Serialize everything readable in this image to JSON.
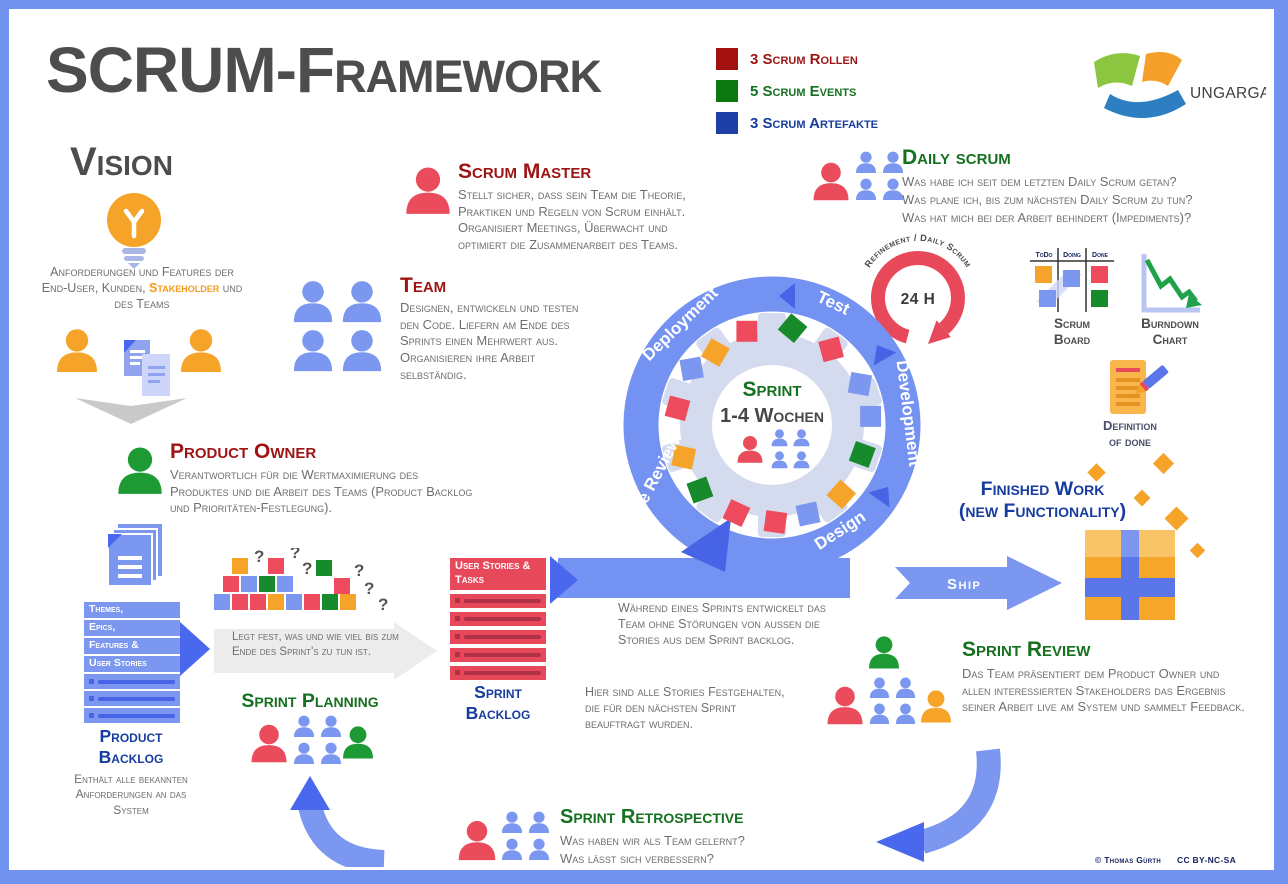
{
  "title": {
    "part1": "SCRUM",
    "part2": "-Framework"
  },
  "legend": {
    "items": [
      {
        "label": "3 Scrum Rollen",
        "color": "#a31010"
      },
      {
        "label": "5 Scrum Events",
        "color": "#0c760f"
      },
      {
        "label": "3 Scrum Artefakte",
        "color": "#1d3fa6"
      }
    ]
  },
  "logo": {
    "name": "UNGARGASSE"
  },
  "vision": {
    "heading": "Vision",
    "desc_before": "Anforderungen und Features der End-User, Kunden, ",
    "desc_highlight": "Stakeholder",
    "desc_after": " und des Teams"
  },
  "scrum_master": {
    "heading": "Scrum Master",
    "desc": "Stellt sicher, dass sein Team die Theorie, Praktiken und Regeln von Scrum einhält. Organisiert Meetings, Überwacht und optimiert die Zusammenarbeit des Teams."
  },
  "team": {
    "heading": "Team",
    "desc": "Designen, entwickeln und testen den Code. Liefern am Ende des Sprints einen Mehrwert aus. Organisieren ihre Arbeit selbständig."
  },
  "daily_scrum": {
    "heading": "Daily scrum",
    "lines": [
      "Was habe ich seit dem letzten Daily Scrum getan?",
      "Was plane ich, bis zum nächsten Daily Scrum zu tun?",
      "Was hat mich bei der Arbeit behindert (Impediments)?"
    ]
  },
  "refinement": {
    "arc_label": "Refinement / Daily Scrum",
    "center_label": "24 H"
  },
  "scrum_board": {
    "label_lines": [
      "Scrum",
      "Board"
    ],
    "columns": [
      "ToDo",
      "Doing",
      "Done"
    ]
  },
  "burndown": {
    "label_lines": [
      "Burndown",
      "Chart"
    ]
  },
  "cycle": {
    "phases": [
      "Deployment",
      "Test",
      "Development",
      "Design",
      "Code Review"
    ],
    "center_title": "Sprint",
    "center_subtitle": "1-4 Wochen"
  },
  "product_owner": {
    "heading": "Product Owner",
    "desc": "Verantwortlich für die Wertmaximierung des Produktes und die Arbeit des Teams (Product Backlog und Prioritäten-Festlegung)."
  },
  "product_backlog": {
    "list_items": [
      "Themes,",
      "Epics,",
      "Features &",
      "User Stories"
    ],
    "heading_lines": [
      "Product",
      "Backlog"
    ],
    "desc": "Enthält alle bekannten Anforderungen an das System"
  },
  "sprint_planning": {
    "qmark": "?",
    "arrow_text": "Legt fest, was und wie viel bis zum Ende des Sprint's zu tun ist.",
    "heading": "Sprint Planning"
  },
  "sprint_backlog": {
    "list_header_lines": [
      "User Stories &",
      "Tasks"
    ],
    "heading_lines": [
      "Sprint",
      "Backlog"
    ],
    "desc": "Hier sind alle Stories Festgehalten, die für den nächsten Sprint beauftragt wurden."
  },
  "sprint_flow": {
    "during_desc": "Während eines Sprints entwickelt das Team ohne Störungen von aussen die Stories aus dem Sprint backlog.",
    "ship_label": "Ship"
  },
  "finished_work": {
    "heading_lines": [
      "Finished Work",
      "(new Functionality)"
    ]
  },
  "definition_of_done": {
    "label_lines": [
      "Definition",
      "of done"
    ]
  },
  "sprint_review": {
    "heading": "Sprint Review",
    "desc": "Das Team präsentiert dem Product Owner und allen interessierten Stakeholders das Ergebnis seiner Arbeit live am System und sammelt Feedback."
  },
  "sprint_retrospective": {
    "heading": "Sprint Retrospective",
    "lines": [
      "Was haben wir als Team gelernt?",
      "Was lässt sich verbessern?"
    ]
  },
  "footer": {
    "credit": "© Thomas Gürth",
    "license": "CC BY-NC-SA"
  },
  "colors": {
    "frame_blue": "#7292f0",
    "role_red": "#9e1414",
    "event_green": "#15701f",
    "artifact_blue": "#173c9f",
    "person_blue": "#7b97f0",
    "person_red": "#ea4c5c",
    "person_green": "#1d9a34",
    "person_orange": "#f5a429",
    "gear_gray": "#d4dbee",
    "body_gray": "#6e6e6e"
  }
}
